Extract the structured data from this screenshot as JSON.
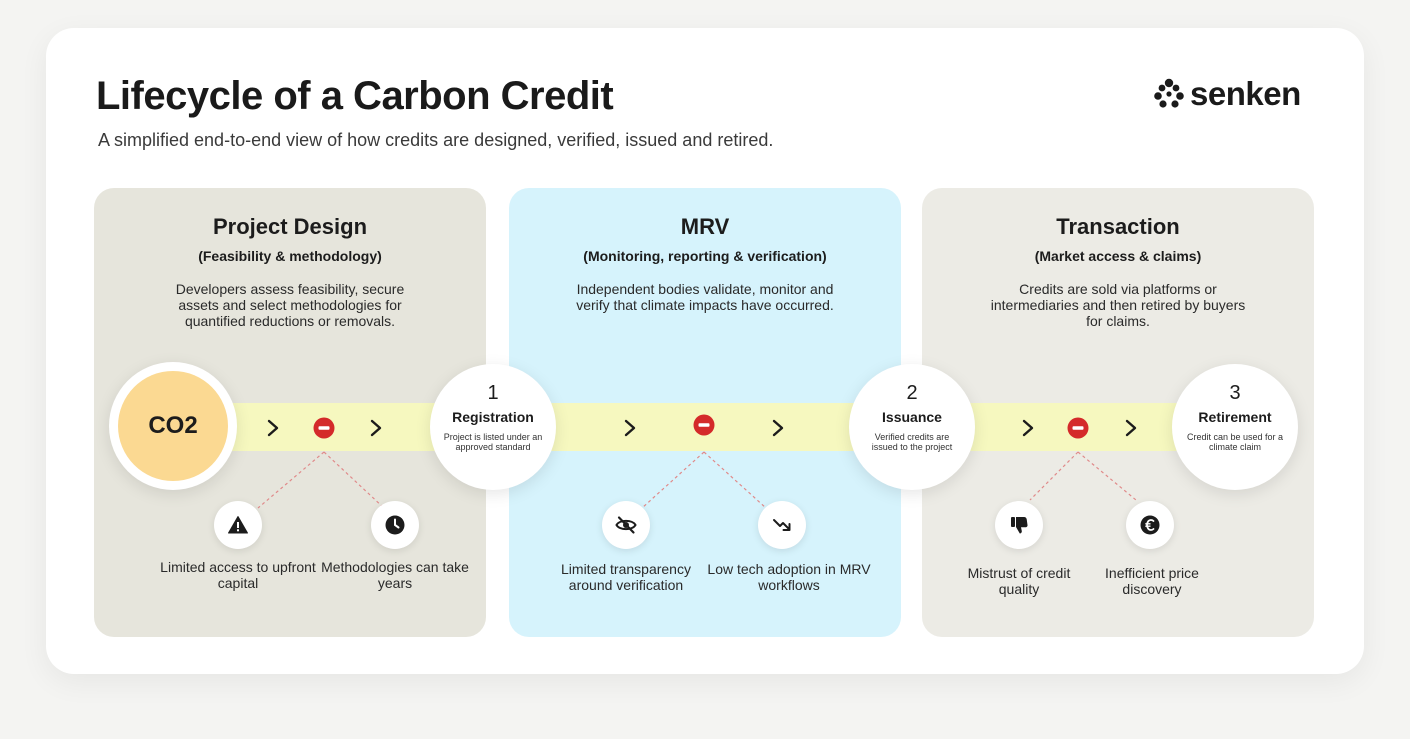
{
  "header": {
    "title": "Lifecycle of a Carbon Credit",
    "subtitle": "A simplified end-to-end view of how credits are designed, verified, issued and retired.",
    "brand": "senken"
  },
  "phases": [
    {
      "title": "Project Design",
      "subtitle": "(Feasibility & methodology)",
      "description": "Developers assess feasibility, secure assets and select methodologies for quantified reductions or removals.",
      "bg_color": "#e6e5dc",
      "pain_points": [
        {
          "label": "Limited access to upfront capital",
          "icon": "warning-icon"
        },
        {
          "label": "Methodologies can take years",
          "icon": "clock-icon"
        }
      ]
    },
    {
      "title": "MRV",
      "subtitle": "(Monitoring, reporting & verification)",
      "description": "Independent bodies validate, monitor and verify that climate impacts have occurred.",
      "bg_color": "#d6f3fc",
      "pain_points": [
        {
          "label": "Limited transparency around verification",
          "icon": "eye-off-icon"
        },
        {
          "label": "Low tech adoption in MRV workflows",
          "icon": "trend-down-icon"
        }
      ]
    },
    {
      "title": "Transaction",
      "subtitle": "(Market access & claims)",
      "description": "Credits are sold via platforms or intermediaries and then retired by buyers for claims.",
      "bg_color": "#ecebe5",
      "pain_points": [
        {
          "label": "Mistrust of credit quality",
          "icon": "thumbs-down-icon"
        },
        {
          "label": "Inefficient price discovery",
          "icon": "euro-coin-icon"
        }
      ]
    }
  ],
  "start_node": {
    "label": "CO2",
    "color": "#fbd992"
  },
  "milestones": [
    {
      "number": "1",
      "name": "Registration",
      "description": "Project is listed under an approved standard"
    },
    {
      "number": "2",
      "name": "Issuance",
      "description": "Verified credits are issued to the project"
    },
    {
      "number": "3",
      "name": "Retirement",
      "description": "Credit can be used for a climate claim"
    }
  ],
  "colors": {
    "flow_band": "#f6f8bf",
    "blocker_red": "#d42a2a",
    "dash_line": "#e08a8a"
  }
}
